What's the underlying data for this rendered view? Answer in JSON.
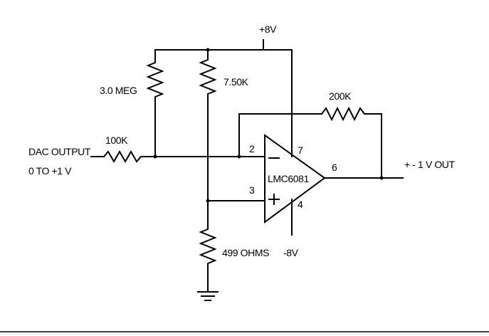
{
  "supply": {
    "positive": "+8V",
    "negative": "-8V"
  },
  "input": {
    "line1": "DAC OUTPUT",
    "line2": "0 TO +1 V"
  },
  "output": {
    "label": "+ - 1 V OUT"
  },
  "resistors": {
    "r_input": "100K",
    "r_bias_high": "3.0 MEG",
    "r_divider_top": "7.50K",
    "r_feedback": "200K",
    "r_divider_bottom": "499 OHMS"
  },
  "opamp": {
    "part": "LMC6081",
    "pins": {
      "inverting": "2",
      "noninverting": "3",
      "output": "6",
      "vplus": "7",
      "vminus": "4"
    }
  }
}
